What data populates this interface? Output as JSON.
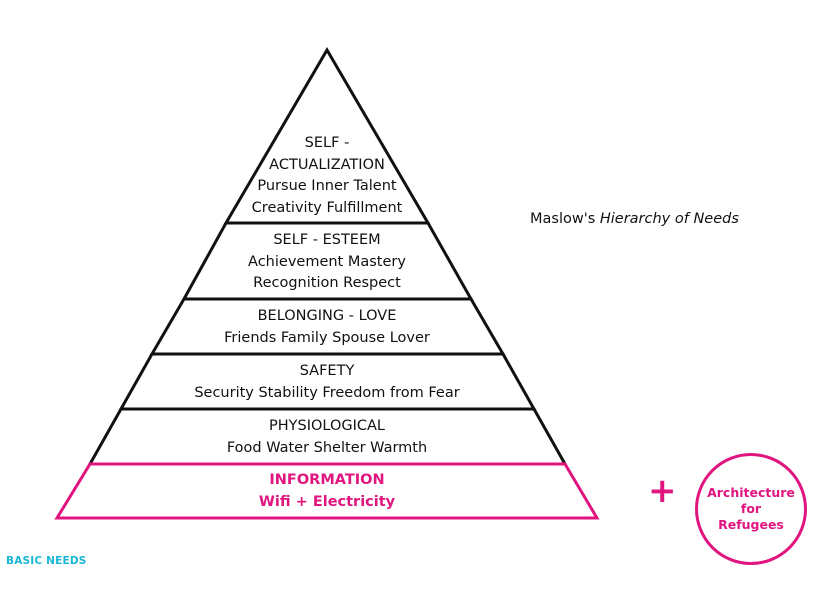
{
  "caption": {
    "prefix": "Maslow's ",
    "italic": "Hierarchy of Needs"
  },
  "tiers": [
    {
      "lines": [
        "SELF -",
        "ACTUALIZATION",
        "Pursue Inner Talent",
        "Creativity Fulfillment"
      ]
    },
    {
      "lines": [
        "SELF - ESTEEM",
        "Achievement Mastery",
        "Recognition Respect"
      ]
    },
    {
      "lines": [
        "BELONGING - LOVE",
        "Friends Family Spouse Lover"
      ]
    },
    {
      "lines": [
        "SAFETY",
        "Security Stability Freedom from Fear"
      ]
    },
    {
      "lines": [
        "PHYSIOLOGICAL",
        "Food Water Shelter Warmth"
      ]
    },
    {
      "lines": [
        "INFORMATION",
        "Wifi + Electricity"
      ]
    }
  ],
  "plus_sign": "+",
  "circle": {
    "lines": [
      "Architecture",
      "for",
      "Refugees"
    ]
  },
  "basic_needs_label": "BASIC NEEDS",
  "colors": {
    "accent": "#e0157f",
    "stroke": "#111111",
    "cyan_label": "#19b6d6"
  }
}
